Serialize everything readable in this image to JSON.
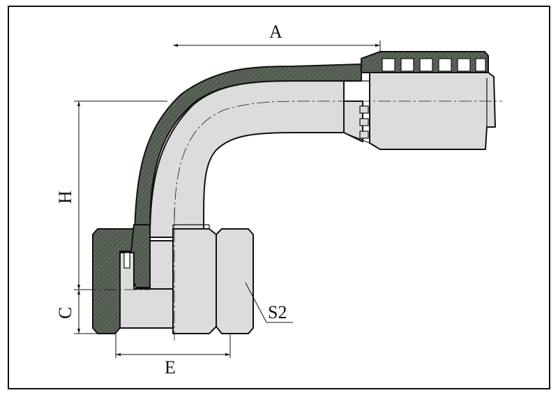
{
  "labels": {
    "dim_a": "A",
    "dim_h": "H",
    "dim_c": "C",
    "dim_e": "E",
    "dim_s2": "S2"
  },
  "colors": {
    "section_fill": "#5a6458",
    "body_fill": "#dcdcdc",
    "line": "#111111",
    "background": "#ffffff"
  }
}
